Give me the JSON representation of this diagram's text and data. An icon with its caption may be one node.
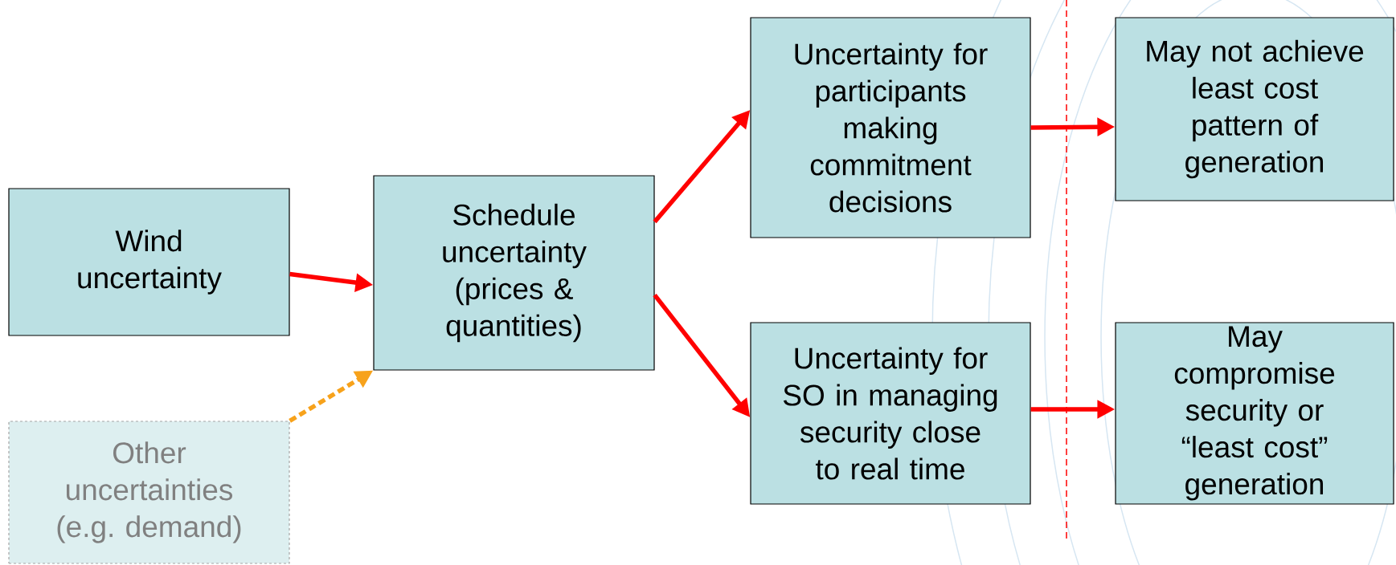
{
  "diagram": {
    "nodes": [
      {
        "text": [
          "Wind uncertainty"
        ]
      },
      {
        "text": [
          "Schedule uncertainty (prices & quantities)"
        ]
      },
      {
        "text": [
          "Other uncertainties (e.g. demand)"
        ]
      },
      {
        "text": [
          "Uncertainty for participants making commitment decisions"
        ]
      },
      {
        "text": [
          "Uncertainty for SO in managing security close to real time"
        ]
      },
      {
        "text": [
          "May not achieve least cost pattern of generation"
        ]
      },
      {
        "text": [
          "May compromise security or “least cost” generation"
        ]
      }
    ],
    "edges": [
      {
        "from": 0,
        "to": 1,
        "arrow": "to"
      },
      {
        "from": 2,
        "to": 1,
        "arrow": "to",
        "style": "dashed",
        "color": "#f7a21b"
      },
      {
        "from": 1,
        "to": 3,
        "arrow": "to"
      },
      {
        "from": 1,
        "to": 4,
        "arrow": "to"
      },
      {
        "from": 3,
        "to": 5,
        "arrow": "to"
      },
      {
        "from": 4,
        "to": 6,
        "arrow": "to"
      }
    ]
  }
}
